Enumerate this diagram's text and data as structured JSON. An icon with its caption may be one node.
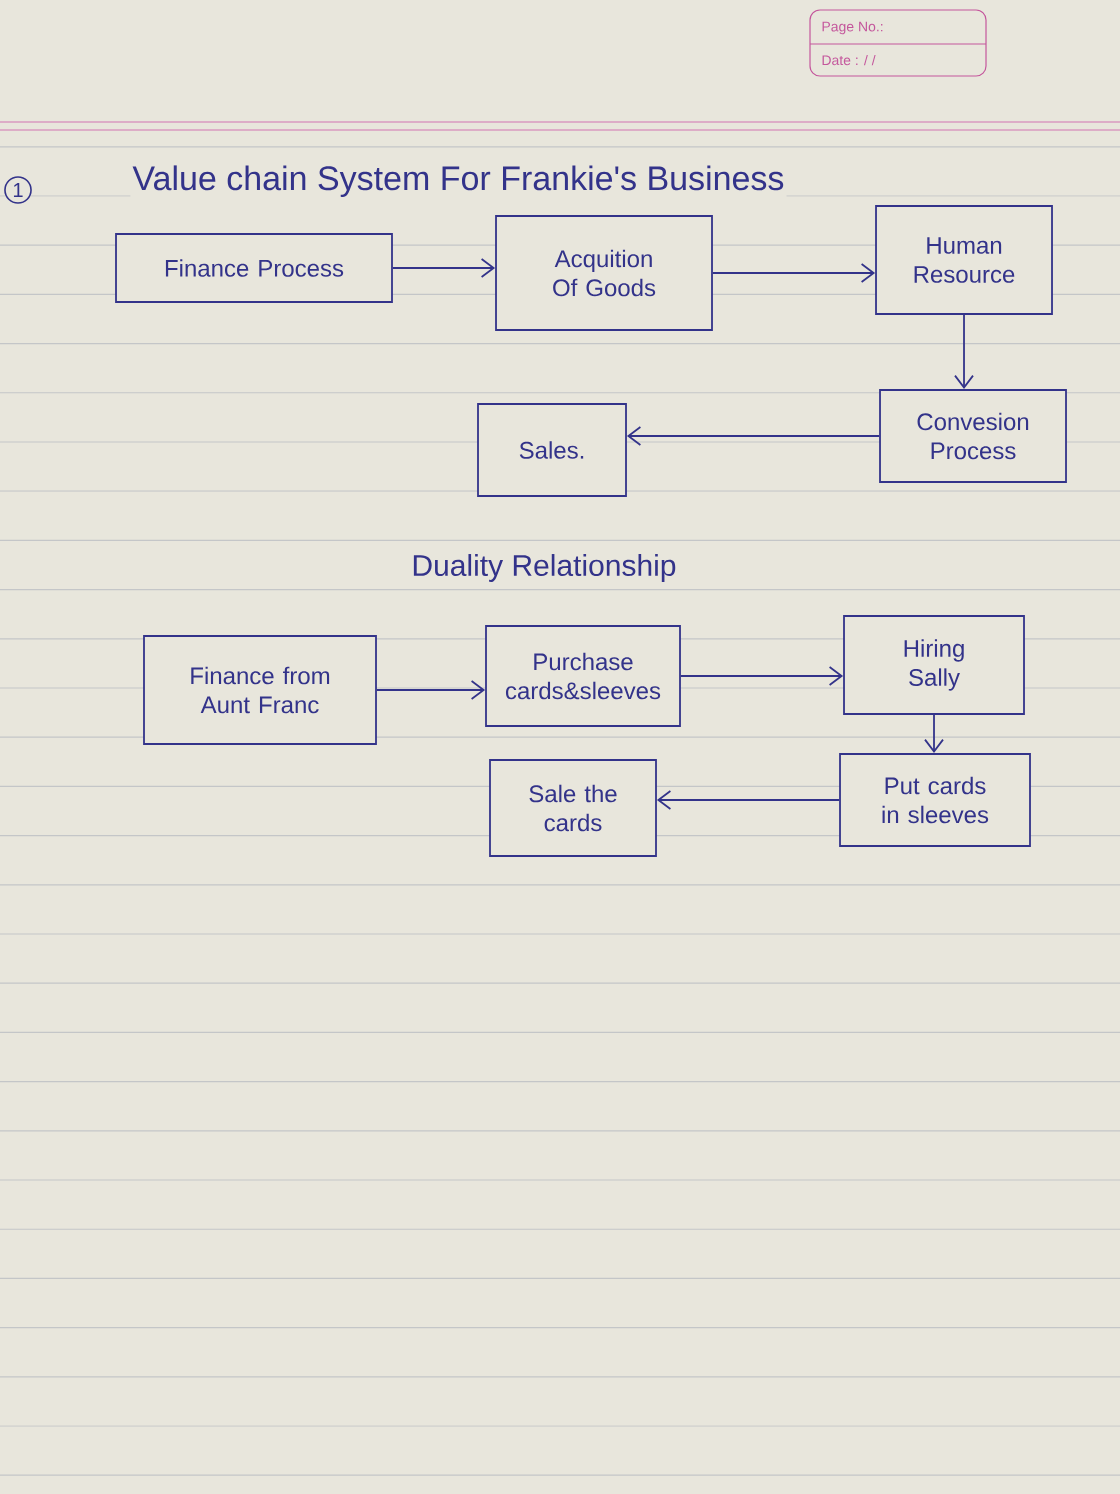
{
  "diagram": {
    "title": "Value chain System For Frankie's Business",
    "nodes": [
      {
        "text": [
          "Finance Process"
        ]
      },
      {
        "text": [
          "Acquition Of Goods"
        ]
      },
      {
        "text": [
          "Human Resource"
        ]
      },
      {
        "text": [
          "Convesion Process"
        ]
      },
      {
        "text": [
          "Sales."
        ]
      },
      {
        "text": [
          "Finance from Aunt Franc"
        ]
      },
      {
        "text": [
          "Purchase cards&sleeves"
        ]
      },
      {
        "text": [
          "Hiring Sally"
        ]
      },
      {
        "text": [
          "Put cards in sleeves"
        ]
      },
      {
        "text": [
          "Sale the cards"
        ]
      }
    ],
    "edges": [
      {
        "from": 0,
        "to": 1,
        "arrow": "to"
      },
      {
        "from": 1,
        "to": 2,
        "arrow": "to"
      },
      {
        "from": 2,
        "to": 3,
        "arrow": "to"
      },
      {
        "from": 3,
        "to": 4,
        "arrow": "to"
      },
      {
        "from": 5,
        "to": 6,
        "arrow": "to"
      },
      {
        "from": 6,
        "to": 7,
        "arrow": "to"
      },
      {
        "from": 7,
        "to": 8,
        "arrow": "to"
      },
      {
        "from": 8,
        "to": 9,
        "arrow": "to"
      }
    ],
    "labels": [
      "Page No.:",
      "Date : / /",
      "1",
      "Duality Relationship"
    ]
  }
}
